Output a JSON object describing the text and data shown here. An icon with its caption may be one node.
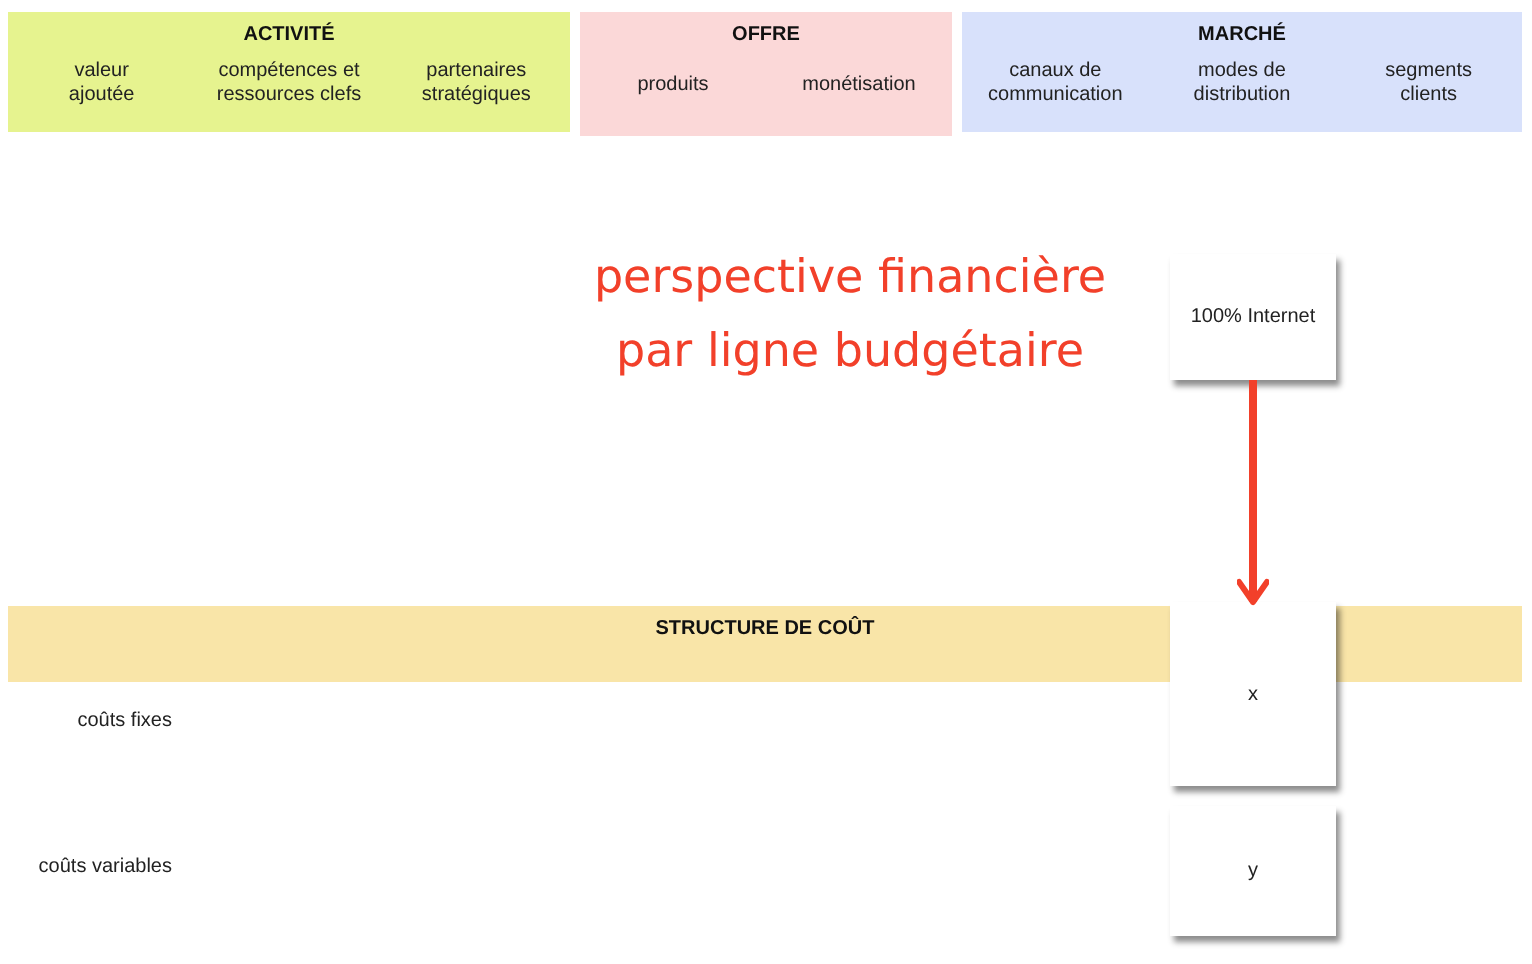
{
  "diagram": {
    "nodes": [
      {
        "text": [
          "ACTIVITÉ",
          "valeur ajoutée",
          "compétences et ressources clefs",
          "partenaires stratégiques"
        ]
      },
      {
        "text": [
          "OFFRE",
          "produits",
          "monétisation"
        ]
      },
      {
        "text": [
          "MARCHÉ",
          "canaux de communication",
          "modes de distribution",
          "segments clients"
        ]
      },
      {
        "text": [
          "100% Internet"
        ]
      },
      {
        "text": [
          "STRUCTURE DE COÛT"
        ]
      },
      {
        "text": [
          "x"
        ]
      },
      {
        "text": [
          "y"
        ]
      }
    ],
    "edges": [
      {
        "from": 3,
        "to": 5,
        "arrow": "to",
        "color": "#f2402a"
      }
    ],
    "labels": [
      "perspective financière par ligne budgétaire",
      "coûts fixes",
      "coûts variables"
    ]
  }
}
